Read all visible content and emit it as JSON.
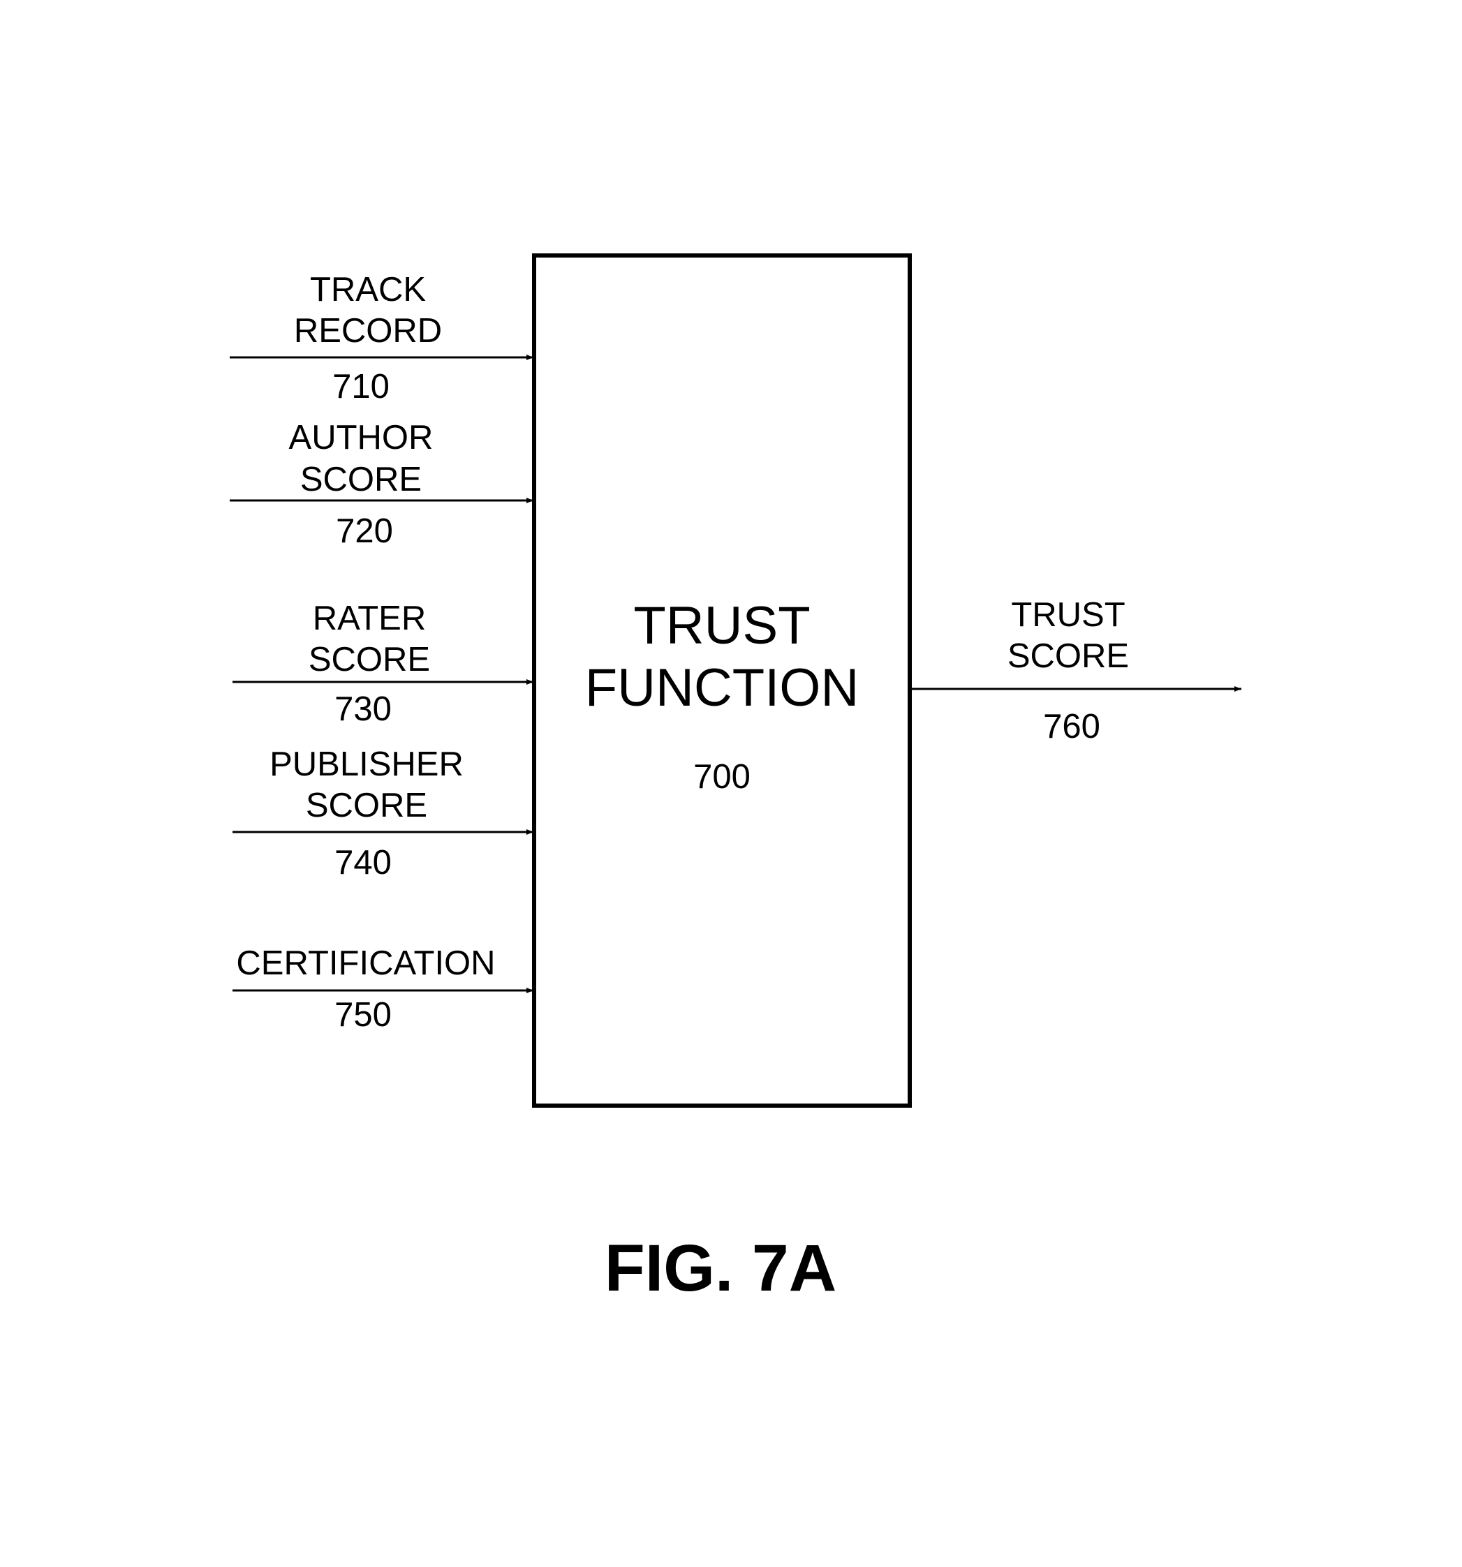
{
  "diagram": {
    "box": {
      "title_line1": "TRUST",
      "title_line2": "FUNCTION",
      "ref": "700"
    },
    "inputs": [
      {
        "line1": "TRACK",
        "line2": "RECORD",
        "ref": "710"
      },
      {
        "line1": "AUTHOR",
        "line2": "SCORE",
        "ref": "720"
      },
      {
        "line1": "RATER",
        "line2": "SCORE",
        "ref": "730"
      },
      {
        "line1": "PUBLISHER",
        "line2": "SCORE",
        "ref": "740"
      },
      {
        "line1": "CERTIFICATION",
        "ref": "750"
      }
    ],
    "output": {
      "line1": "TRUST",
      "line2": "SCORE",
      "ref": "760"
    },
    "figure_label": "FIG. 7A"
  },
  "colors": {
    "line": "#000000",
    "background": "#ffffff"
  }
}
